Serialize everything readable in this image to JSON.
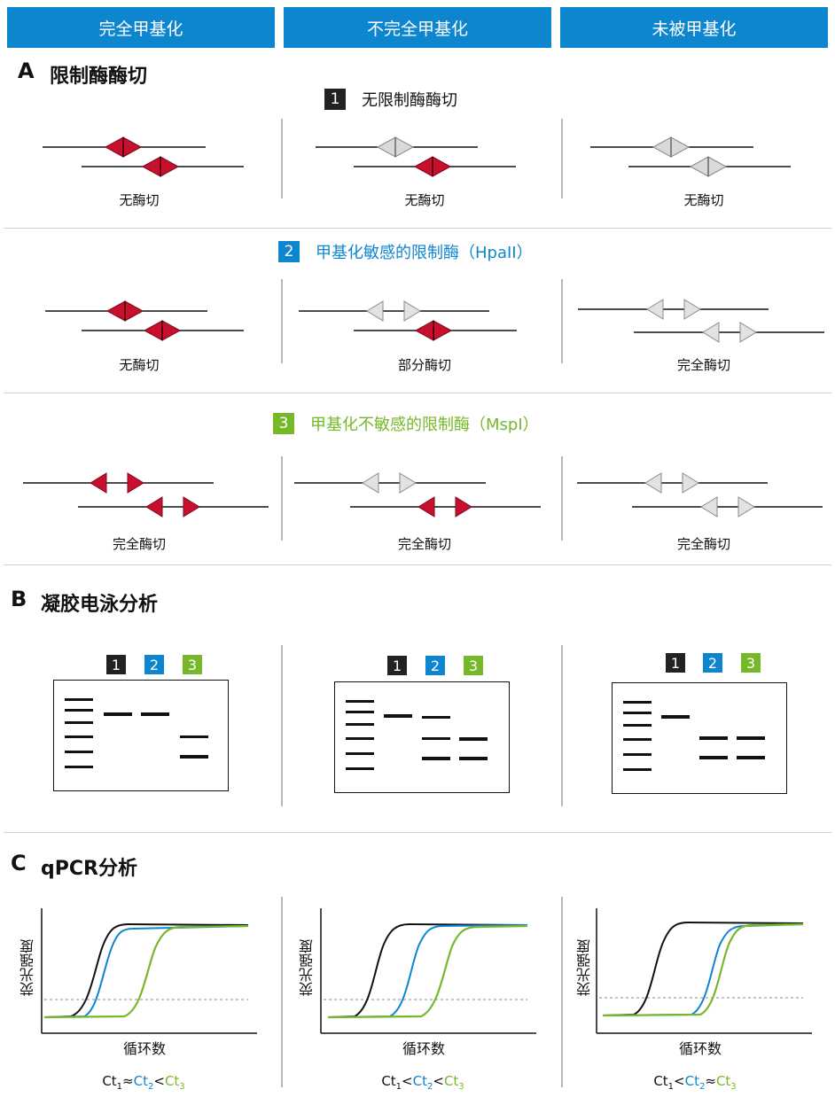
{
  "headers": [
    "完全甲基化",
    "不完全甲基化",
    "未被甲基化"
  ],
  "sections": {
    "A": {
      "letter": "A",
      "title": "限制酶酶切"
    },
    "B": {
      "letter": "B",
      "title": "凝胶电泳分析"
    },
    "C": {
      "letter": "C",
      "title": "qPCR分析"
    }
  },
  "digest_rows": [
    {
      "num": "1",
      "title": "无限制酶酶切",
      "color": "#222222",
      "captions": [
        "无酶切",
        "无酶切",
        "无酶切"
      ]
    },
    {
      "num": "2",
      "title": "甲基化敏感的限制酶（HpaII）",
      "color": "#0e86cf",
      "captions": [
        "无酶切",
        "部分酶切",
        "完全酶切"
      ]
    },
    {
      "num": "3",
      "title": "甲基化不敏感的限制酶（MspI）",
      "color": "#76b82a",
      "captions": [
        "完全酶切",
        "完全酶切",
        "完全酶切"
      ]
    }
  ],
  "gel": {
    "lanes": [
      {
        "label": "1",
        "color": "#222222"
      },
      {
        "label": "2",
        "color": "#0e86cf"
      },
      {
        "label": "3",
        "color": "#76b82a"
      }
    ]
  },
  "qpcr": {
    "ylabel": "荧光强度",
    "xlabel": "循环数",
    "formulas": [
      {
        "t": [
          "Ct",
          "1",
          "≈",
          "Ct",
          "2",
          "<",
          "Ct",
          "3"
        ]
      },
      {
        "t": [
          "Ct",
          "1",
          "<",
          "Ct",
          "2",
          "<",
          "Ct",
          "3"
        ]
      },
      {
        "t": [
          "Ct",
          "1",
          "<",
          "Ct",
          "2",
          "≈",
          "Ct",
          "3"
        ]
      }
    ]
  },
  "colors": {
    "header": "#0e86cf",
    "cut_site": "#c8102e",
    "intact_site": "#d9d9d9",
    "black": "#111111",
    "blue": "#0e86cf",
    "green": "#76b82a"
  }
}
